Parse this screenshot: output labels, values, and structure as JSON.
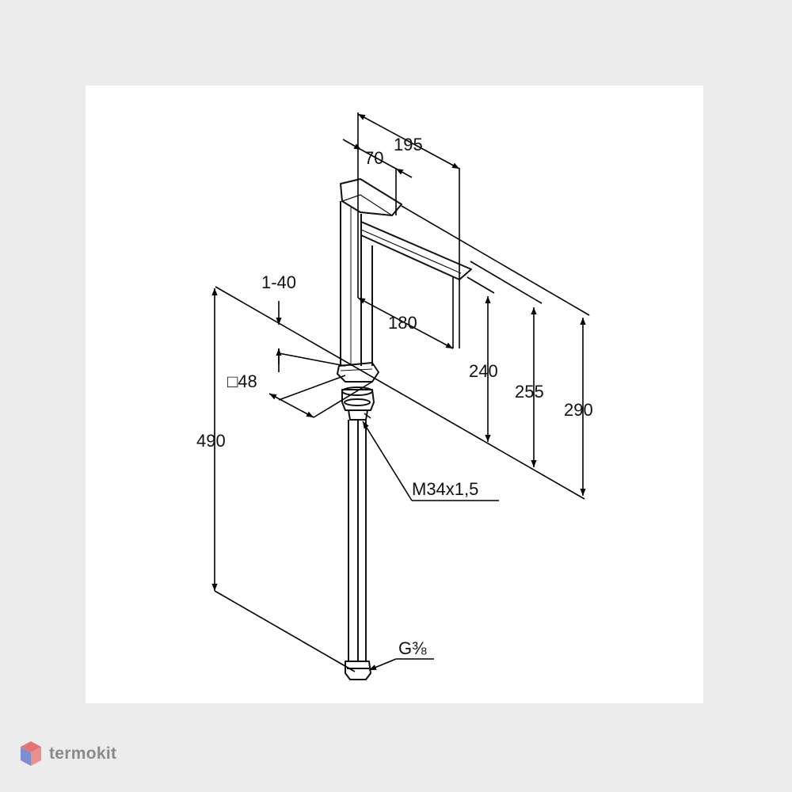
{
  "dimensions": {
    "d195": "195",
    "d70": "70",
    "d180": "180",
    "d1_40": "1-40",
    "d48": "□48",
    "d240": "240",
    "d255": "255",
    "d290": "290",
    "d490": "490",
    "thread_m34": "M34x1,5",
    "thread_g38": "G⅜"
  },
  "watermark": {
    "text": "termokit",
    "colors": {
      "top": "#e57373",
      "side": "#7e8ed1",
      "text": "#8a8a8a"
    }
  }
}
